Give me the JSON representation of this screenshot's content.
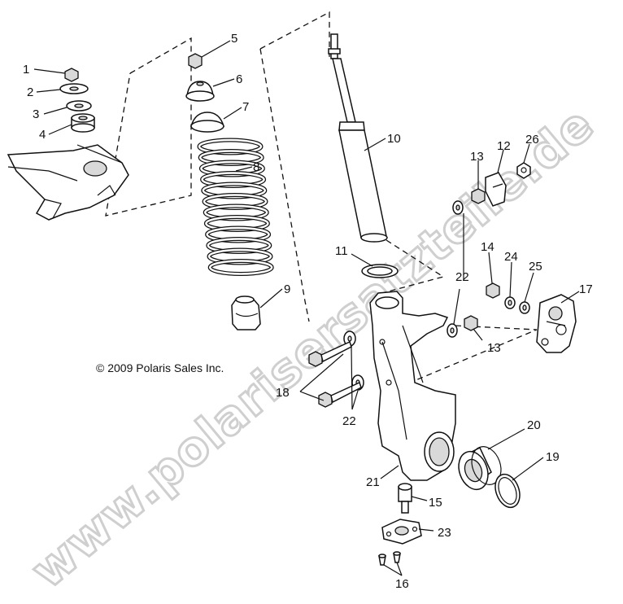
{
  "copyright": "© 2009 Polaris Sales Inc.",
  "watermark": "www.polarisersatzteile.de",
  "callouts": [
    "1",
    "2",
    "3",
    "4",
    "5",
    "6",
    "7",
    "8",
    "9",
    "10",
    "11",
    "12",
    "13",
    "13",
    "14",
    "15",
    "16",
    "17",
    "18",
    "19",
    "20",
    "21",
    "22",
    "22",
    "23",
    "24",
    "25",
    "26"
  ]
}
